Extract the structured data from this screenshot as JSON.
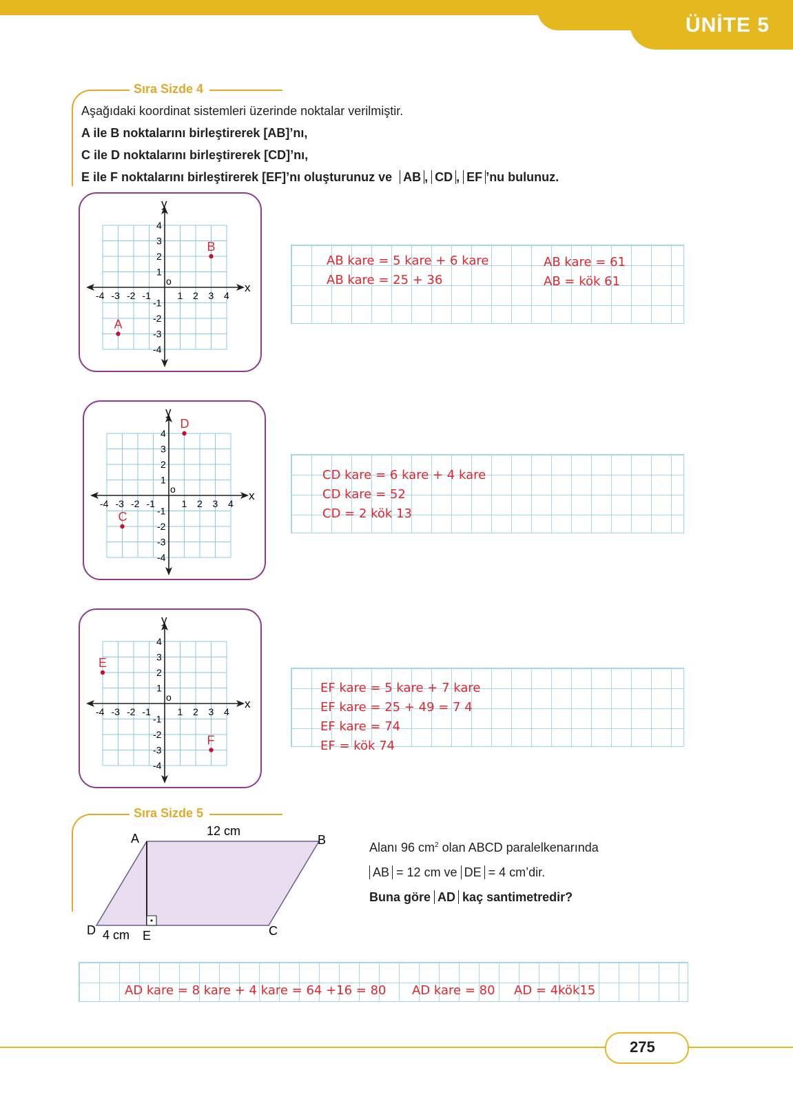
{
  "header": {
    "unit": "ÜNİTE 5"
  },
  "sira4": {
    "heading": "Sıra Sizde 4",
    "line1": "Aşağıdaki koordinat sistemleri üzerinde noktalar verilmiştir.",
    "line2": "A ile B noktalarını birleştirerek [AB]’nı,",
    "line3": "C ile D noktalarını birleştirerek [CD]’nı,",
    "line4a": "E ile F noktalarını birleştirerek [EF]’nı oluşturunuz ve",
    "seg_ab": "AB",
    "seg_cd": "CD",
    "seg_ef": "EF",
    "comma": ",",
    "line4b": "’nu bulunuz."
  },
  "grid_labels": {
    "x_axis": "x",
    "y_axis": "y",
    "origin": "o",
    "x_ticks": [
      "-4",
      "-3",
      "-2",
      "-1",
      "1",
      "2",
      "3",
      "4"
    ],
    "y_ticks": [
      "4",
      "3",
      "2",
      "1",
      "-1",
      "-2",
      "-3",
      "-4"
    ]
  },
  "grids": [
    {
      "points": [
        {
          "label": "A",
          "x": -3,
          "y": -3
        },
        {
          "label": "B",
          "x": 3,
          "y": 2
        }
      ]
    },
    {
      "points": [
        {
          "label": "C",
          "x": -3,
          "y": -2
        },
        {
          "label": "D",
          "x": 1,
          "y": 4
        }
      ]
    },
    {
      "points": [
        {
          "label": "E",
          "x": -4,
          "y": 2
        },
        {
          "label": "F",
          "x": 3,
          "y": -3
        }
      ]
    }
  ],
  "answers": {
    "ab": {
      "l1": "AB kare = 5 kare + 6 kare",
      "l2": "AB kare = 25 + 36",
      "r1": "AB kare = 61",
      "r2": "AB = kök 61"
    },
    "cd": {
      "l1": "CD kare = 6 kare + 4 kare",
      "l2": "CD kare = 52",
      "l3": "CD = 2 kök 13"
    },
    "ef": {
      "l1": "EF kare = 5 kare + 7 kare",
      "l2": "EF kare = 25 + 49 = 7 4",
      "l3": "EF kare = 74",
      "l4": "EF = kök 74"
    },
    "ad": {
      "a": "AD kare = 8 kare + 4 kare = 64 +16 = 80",
      "b": "AD kare = 80",
      "c": "AD = 4kök15"
    }
  },
  "sira5": {
    "heading": "Sıra Sizde 5",
    "q1_pre": "Alanı 96 cm",
    "q1_sup": "2",
    "q1_post": " olan ABCD paralelkenarında",
    "q2_ab": "AB",
    "q2_mid": "= 12 cm ve",
    "q2_de": "DE",
    "q2_post": "= 4 cm’dir.",
    "q3_pre": "Buna göre",
    "q3_ad": "AD",
    "q3_post": "kaç santimetredir?",
    "fig": {
      "A": "A",
      "B": "B",
      "C": "C",
      "D": "D",
      "E": "E",
      "top_len": "12 cm",
      "bottom_len": "4 cm"
    }
  },
  "footer": {
    "page": "275"
  },
  "colors": {
    "accent": "#e6b820",
    "heading": "#e3a92a",
    "card_border": "#8e3b8f",
    "grid": "#8ac9e4",
    "answer": "#e0262d"
  }
}
